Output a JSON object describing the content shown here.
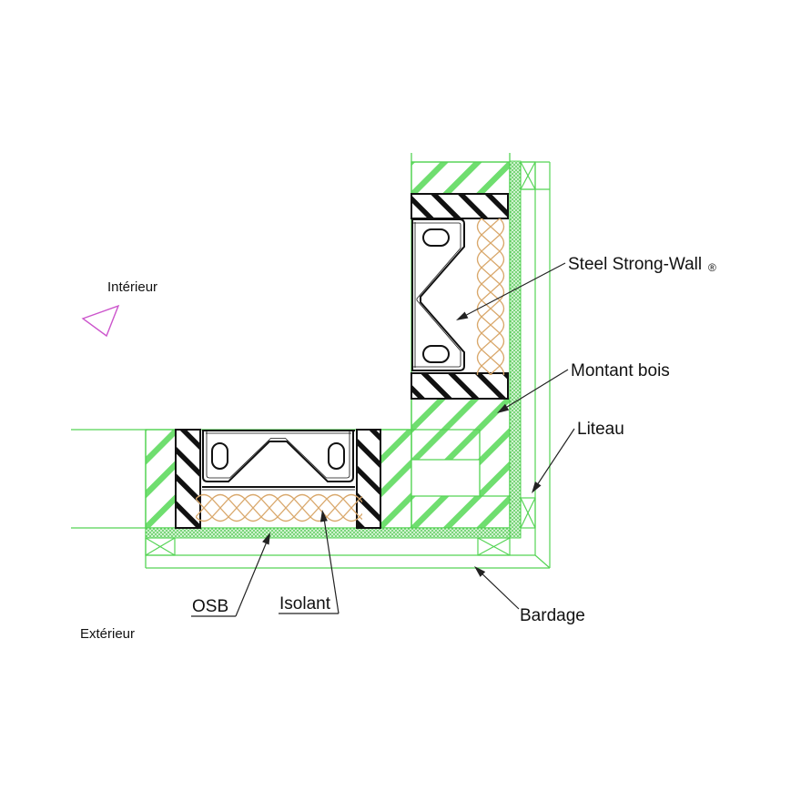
{
  "drawing": {
    "type": "construction-corner-detail",
    "region_labels": {
      "interior": "Intérieur",
      "exterior": "Extérieur"
    },
    "callouts": {
      "steel_strong_wall": {
        "text": "Steel Strong-Wall",
        "mark": "®"
      },
      "montant_bois": {
        "text": "Montant bois"
      },
      "liteau": {
        "text": "Liteau"
      },
      "osb": {
        "text": "OSB"
      },
      "isolant": {
        "text": "Isolant"
      },
      "bardage": {
        "text": "Bardage"
      }
    },
    "colors": {
      "framing_green": "#55D455",
      "hatch_green": "#6FDE6F",
      "osb_dot_green": "#3FBF3F",
      "insulation_tan": "#D9A86C",
      "steel_black": "#111111",
      "interior_marker_magenta": "#CC55CC",
      "leader_black": "#222222",
      "background": "#FFFFFF"
    }
  }
}
